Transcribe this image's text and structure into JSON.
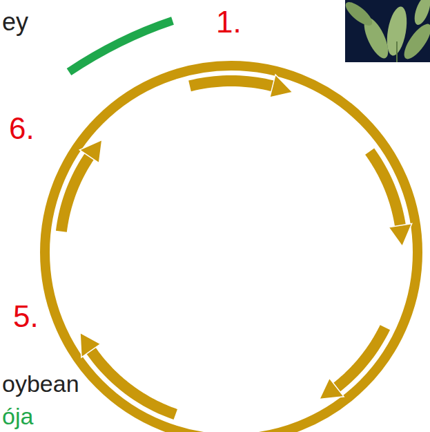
{
  "diagram": {
    "labels": [
      "ey",
      "1.",
      "6.",
      "5.",
      "oybean",
      "ója"
    ]
  }
}
